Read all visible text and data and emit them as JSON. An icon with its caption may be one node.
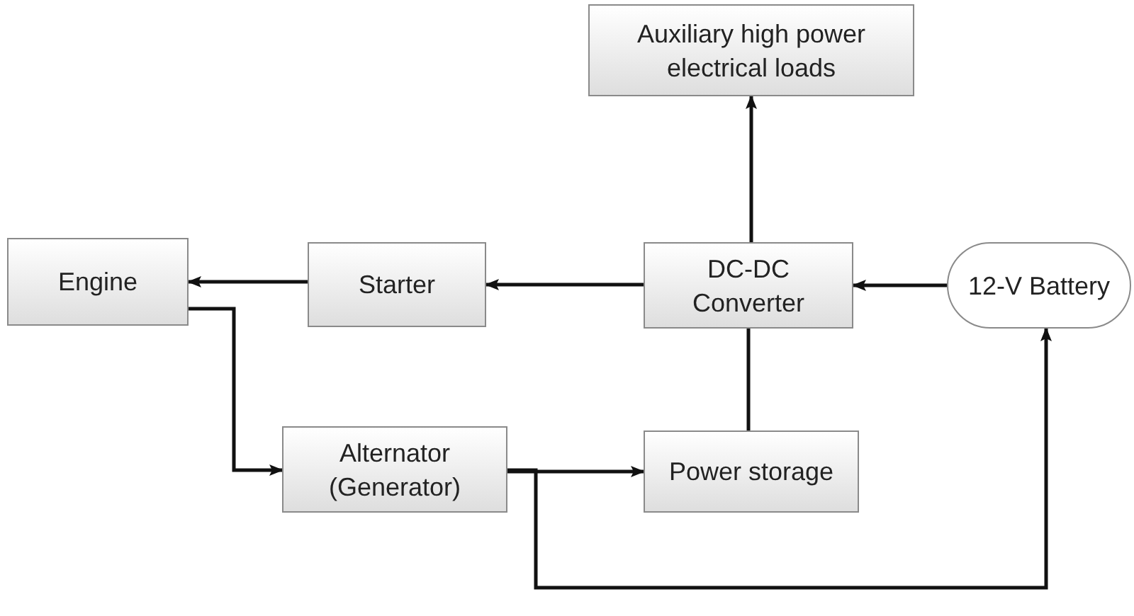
{
  "diagram": {
    "nodes": [
      {
        "text": [
          "Auxiliary high power electrical loads"
        ]
      },
      {
        "text": [
          "Engine"
        ]
      },
      {
        "text": [
          "Starter"
        ]
      },
      {
        "text": [
          "DC-DC Converter"
        ]
      },
      {
        "text": [
          "12-V Battery"
        ]
      },
      {
        "text": [
          "Alternator (Generator)"
        ]
      },
      {
        "text": [
          "Power storage"
        ]
      }
    ],
    "edges": [
      {
        "from": 3,
        "to": 0,
        "arrow": "to"
      },
      {
        "from": 3,
        "to": 2,
        "arrow": "to"
      },
      {
        "from": 2,
        "to": 1,
        "arrow": "to"
      },
      {
        "from": 4,
        "to": 3,
        "arrow": "to"
      },
      {
        "from": 1,
        "to": 5,
        "arrow": "to"
      },
      {
        "from": 5,
        "to": 6,
        "arrow": "to"
      },
      {
        "from": 5,
        "to": 4,
        "arrow": "to"
      },
      {
        "from": 6,
        "to": 3,
        "arrow": "none"
      }
    ]
  }
}
